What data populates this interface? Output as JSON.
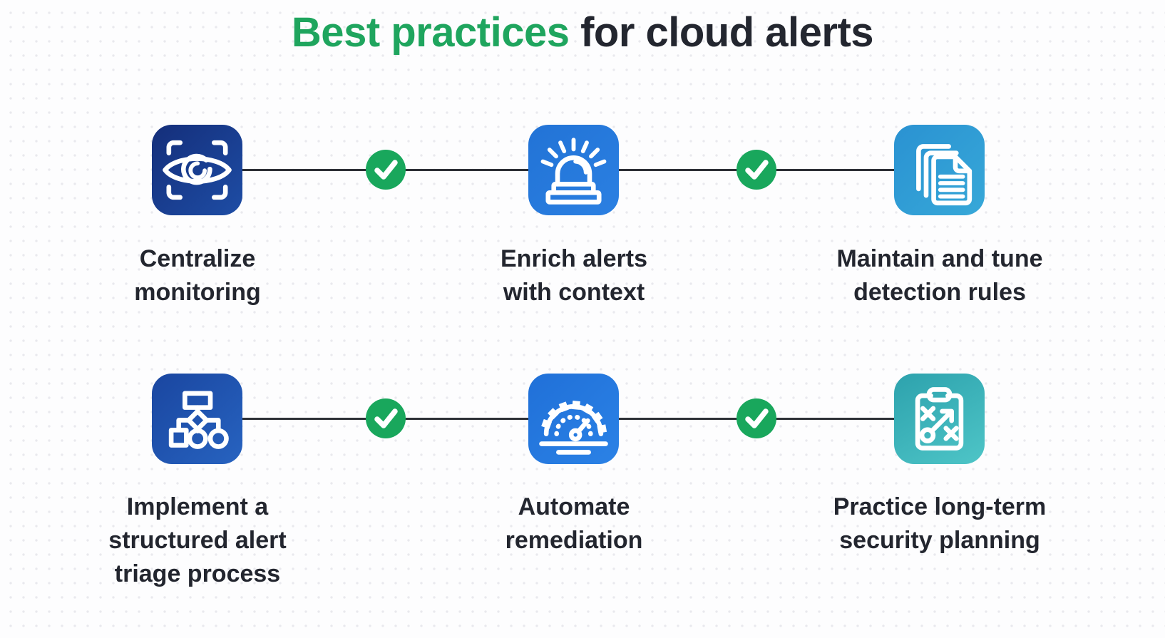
{
  "title": {
    "highlight": "Best practices",
    "rest": " for cloud alerts"
  },
  "colors": {
    "accent_green": "#1fa55e",
    "check_green": "#19a75c",
    "text_dark": "#23262f",
    "tile_navy": "#16337f",
    "tile_blue": "#2273d6",
    "tile_sky_blue": "#2f9dd5",
    "tile_royal_blue": "#1f54b0",
    "tile_teal": "#3bb4ba",
    "connector_line": "#2d3036"
  },
  "rows": [
    {
      "items": [
        {
          "label": "Centralize\nmonitoring",
          "icon": "eye-scan-icon"
        },
        {
          "label": "Enrich alerts\nwith context",
          "icon": "alarm-siren-icon"
        },
        {
          "label": "Maintain and tune\ndetection rules",
          "icon": "documents-stack-icon"
        }
      ]
    },
    {
      "items": [
        {
          "label": "Implement a\nstructured alert\ntriage process",
          "icon": "flowchart-icon"
        },
        {
          "label": "Automate\nremediation",
          "icon": "gauge-gear-icon"
        },
        {
          "label": "Practice long-term\nsecurity planning",
          "icon": "clipboard-strategy-icon"
        }
      ]
    }
  ],
  "checkmarks": {
    "icon": "check-icon",
    "count": 4
  }
}
